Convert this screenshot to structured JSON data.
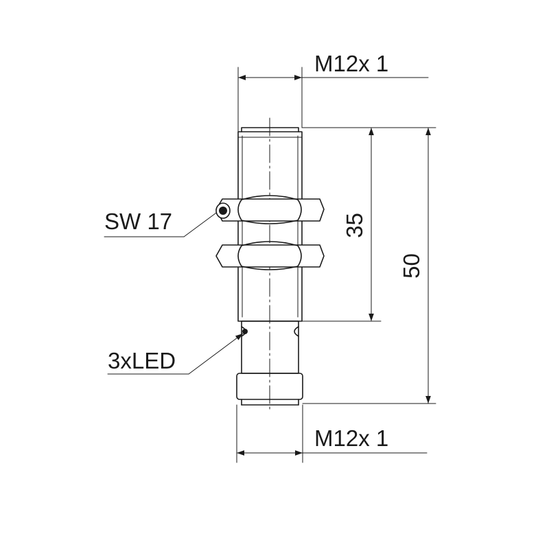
{
  "drawing": {
    "thread_top": "M12x 1",
    "thread_bottom": "M12x 1",
    "wrench_size": "SW 17",
    "led_label": "3xLED",
    "dim_thread_length": "35",
    "dim_total_length": "50"
  },
  "colors": {
    "line": "#1a1a1a",
    "background": "#ffffff"
  }
}
